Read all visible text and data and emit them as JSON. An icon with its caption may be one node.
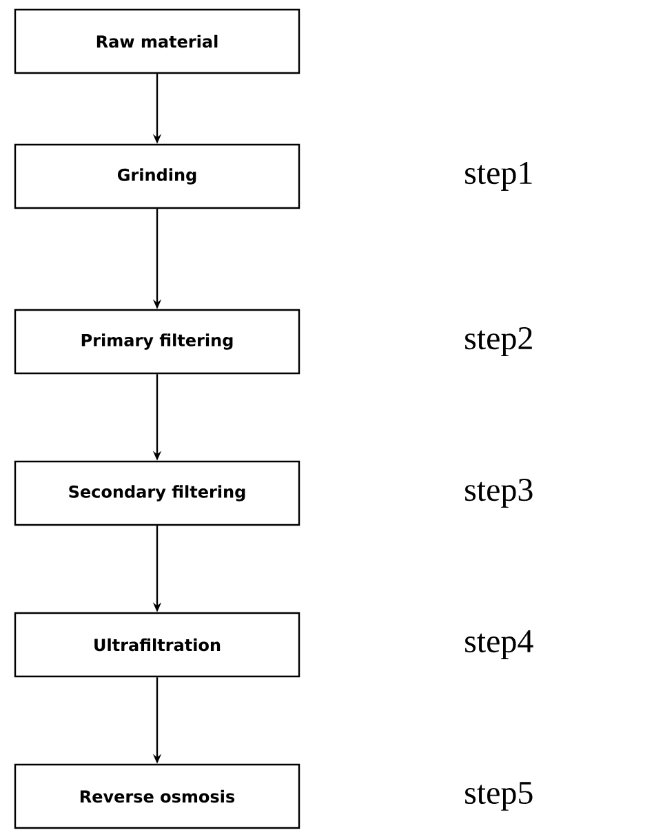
{
  "diagram": {
    "nodes": [
      {
        "text": [
          "Raw material"
        ]
      },
      {
        "text": [
          "Grinding"
        ]
      },
      {
        "text": [
          "Primary filtering"
        ]
      },
      {
        "text": [
          "Secondary filtering"
        ]
      },
      {
        "text": [
          "Ultrafiltration"
        ]
      },
      {
        "text": [
          "Reverse osmosis"
        ]
      }
    ],
    "edges": [
      {
        "from": 0,
        "to": 1,
        "arrow": "to"
      },
      {
        "from": 1,
        "to": 2,
        "arrow": "to"
      },
      {
        "from": 2,
        "to": 3,
        "arrow": "to"
      },
      {
        "from": 3,
        "to": 4,
        "arrow": "to"
      },
      {
        "from": 4,
        "to": 5,
        "arrow": "to"
      }
    ],
    "labels": [
      "step1",
      "step2",
      "step3",
      "step4",
      "step5"
    ]
  }
}
